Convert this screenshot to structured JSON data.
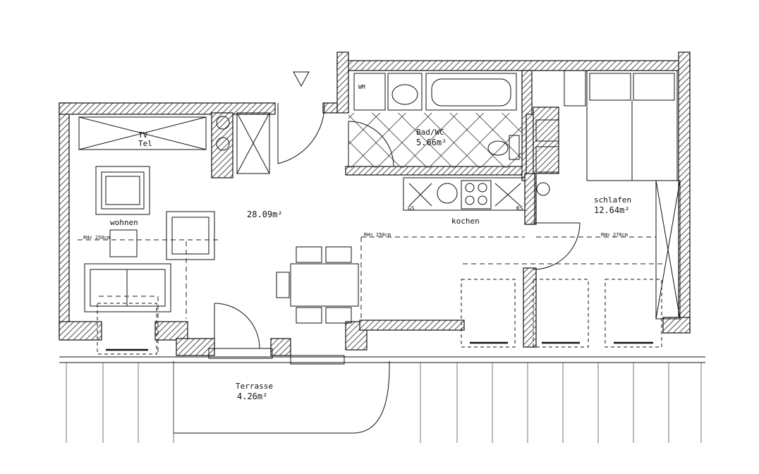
{
  "rooms": {
    "wohnen": {
      "name": "wohnen",
      "area": "28.09m²"
    },
    "bad": {
      "name": "Bad/WC",
      "area": "5.66m²"
    },
    "kochen": {
      "name": "kochen"
    },
    "schlafen": {
      "name": "schlafen",
      "area": "12.64m²"
    },
    "terrasse": {
      "name": "Terrasse",
      "area": "4.26m²"
    }
  },
  "fixtures": {
    "tv": "TV",
    "tel": "Tel",
    "wm": "WM",
    "gs": "GS",
    "ks": "KS"
  },
  "heights": {
    "wohnen": "RH= 250cm",
    "kochen": "RH= 250cm",
    "schlafen": "RH= 270cm"
  }
}
